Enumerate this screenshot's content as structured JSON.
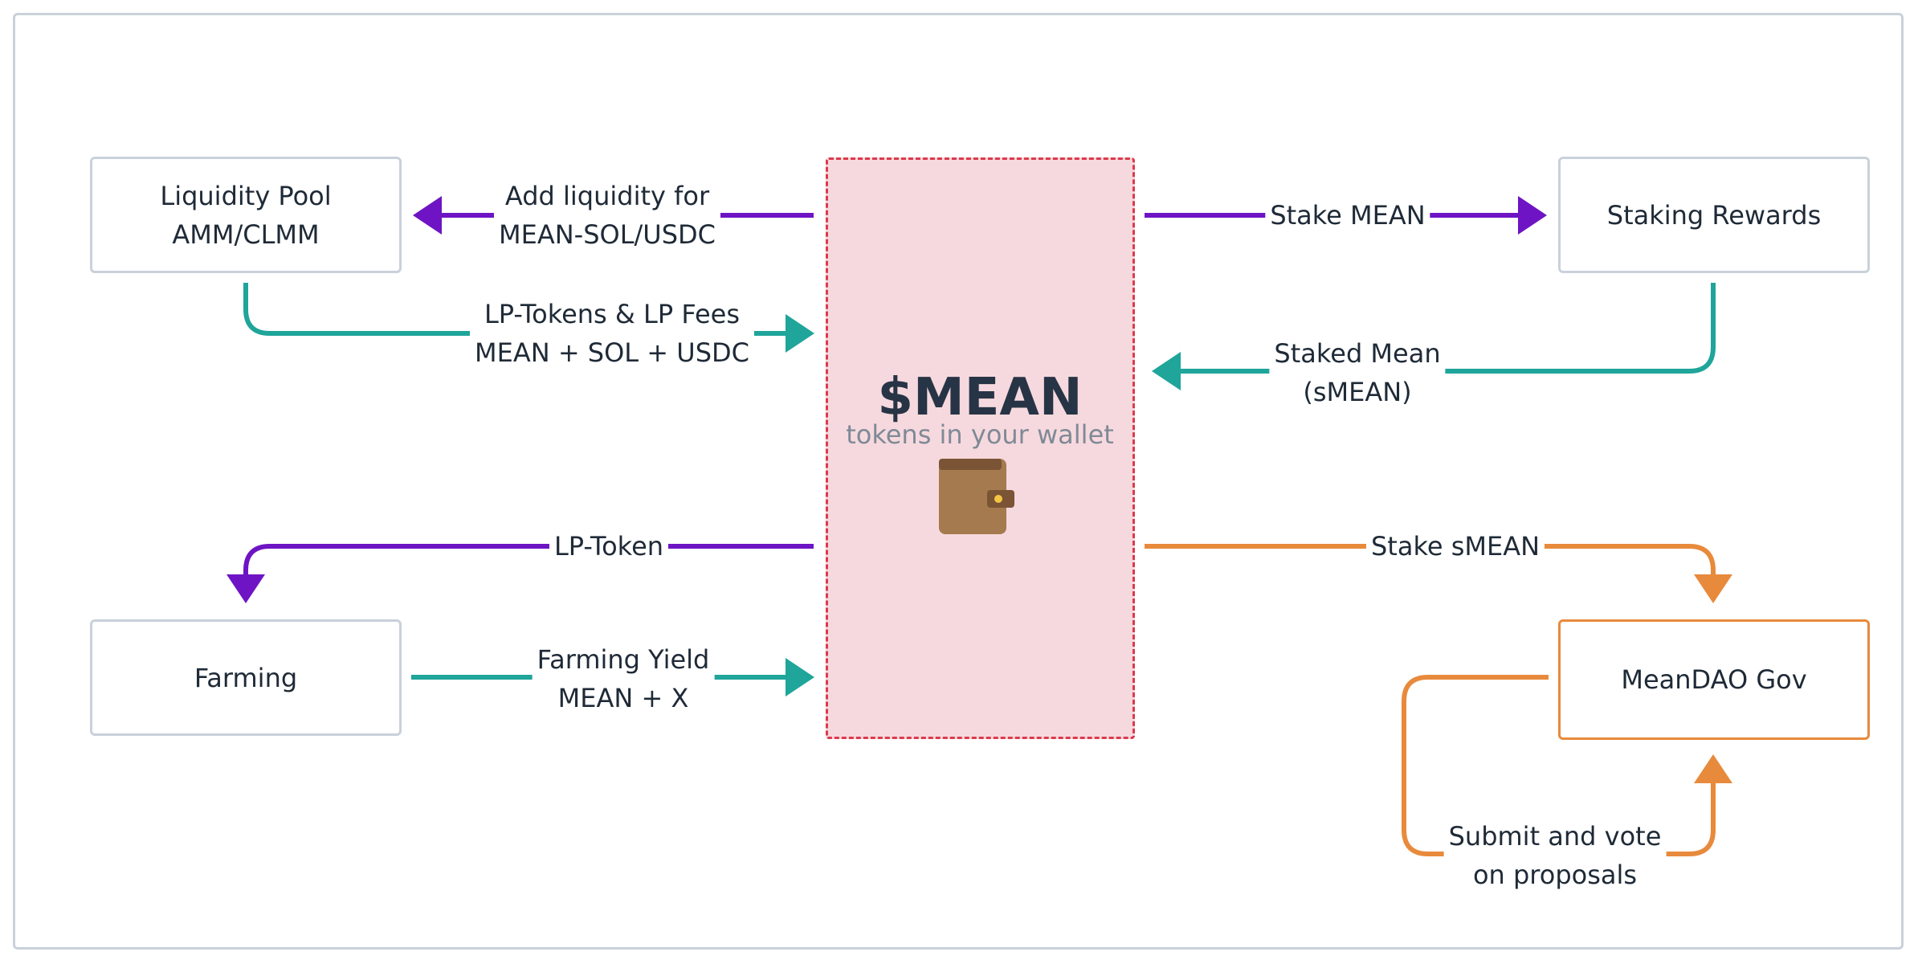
{
  "colors": {
    "purple": "#6e14c4",
    "teal": "#1fa59a",
    "orange": "#e88a3c",
    "border_gray": "#c9d1db",
    "center_fill": "#f6d9de",
    "center_border": "#dc3a4c",
    "wallet_brown": "#a57a4e"
  },
  "center": {
    "title": "$MEAN",
    "subtitle": "tokens in your wallet",
    "icon": "wallet-icon"
  },
  "nodes": {
    "liquidity_pool": {
      "line1": "Liquidity Pool",
      "line2": "AMM/CLMM"
    },
    "staking_rewards": {
      "line1": "Staking Rewards"
    },
    "farming": {
      "line1": "Farming"
    },
    "meandao_gov": {
      "line1": "MeanDAO Gov"
    }
  },
  "edges": {
    "add_liquidity": {
      "line1": "Add liquidity for",
      "line2": "MEAN-SOL/USDC"
    },
    "lp_tokens": {
      "line1": "LP-Tokens & LP Fees",
      "line2": "MEAN + SOL + USDC"
    },
    "lp_token": {
      "line1": "LP-Token"
    },
    "farming_yield": {
      "line1": "Farming Yield",
      "line2": "MEAN + X"
    },
    "stake_mean": {
      "line1": "Stake MEAN"
    },
    "staked_mean": {
      "line1": "Staked Mean",
      "line2": "(sMEAN)"
    },
    "stake_smean": {
      "line1": "Stake sMEAN"
    },
    "submit_vote": {
      "line1": "Submit and vote",
      "line2": "on proposals"
    }
  }
}
